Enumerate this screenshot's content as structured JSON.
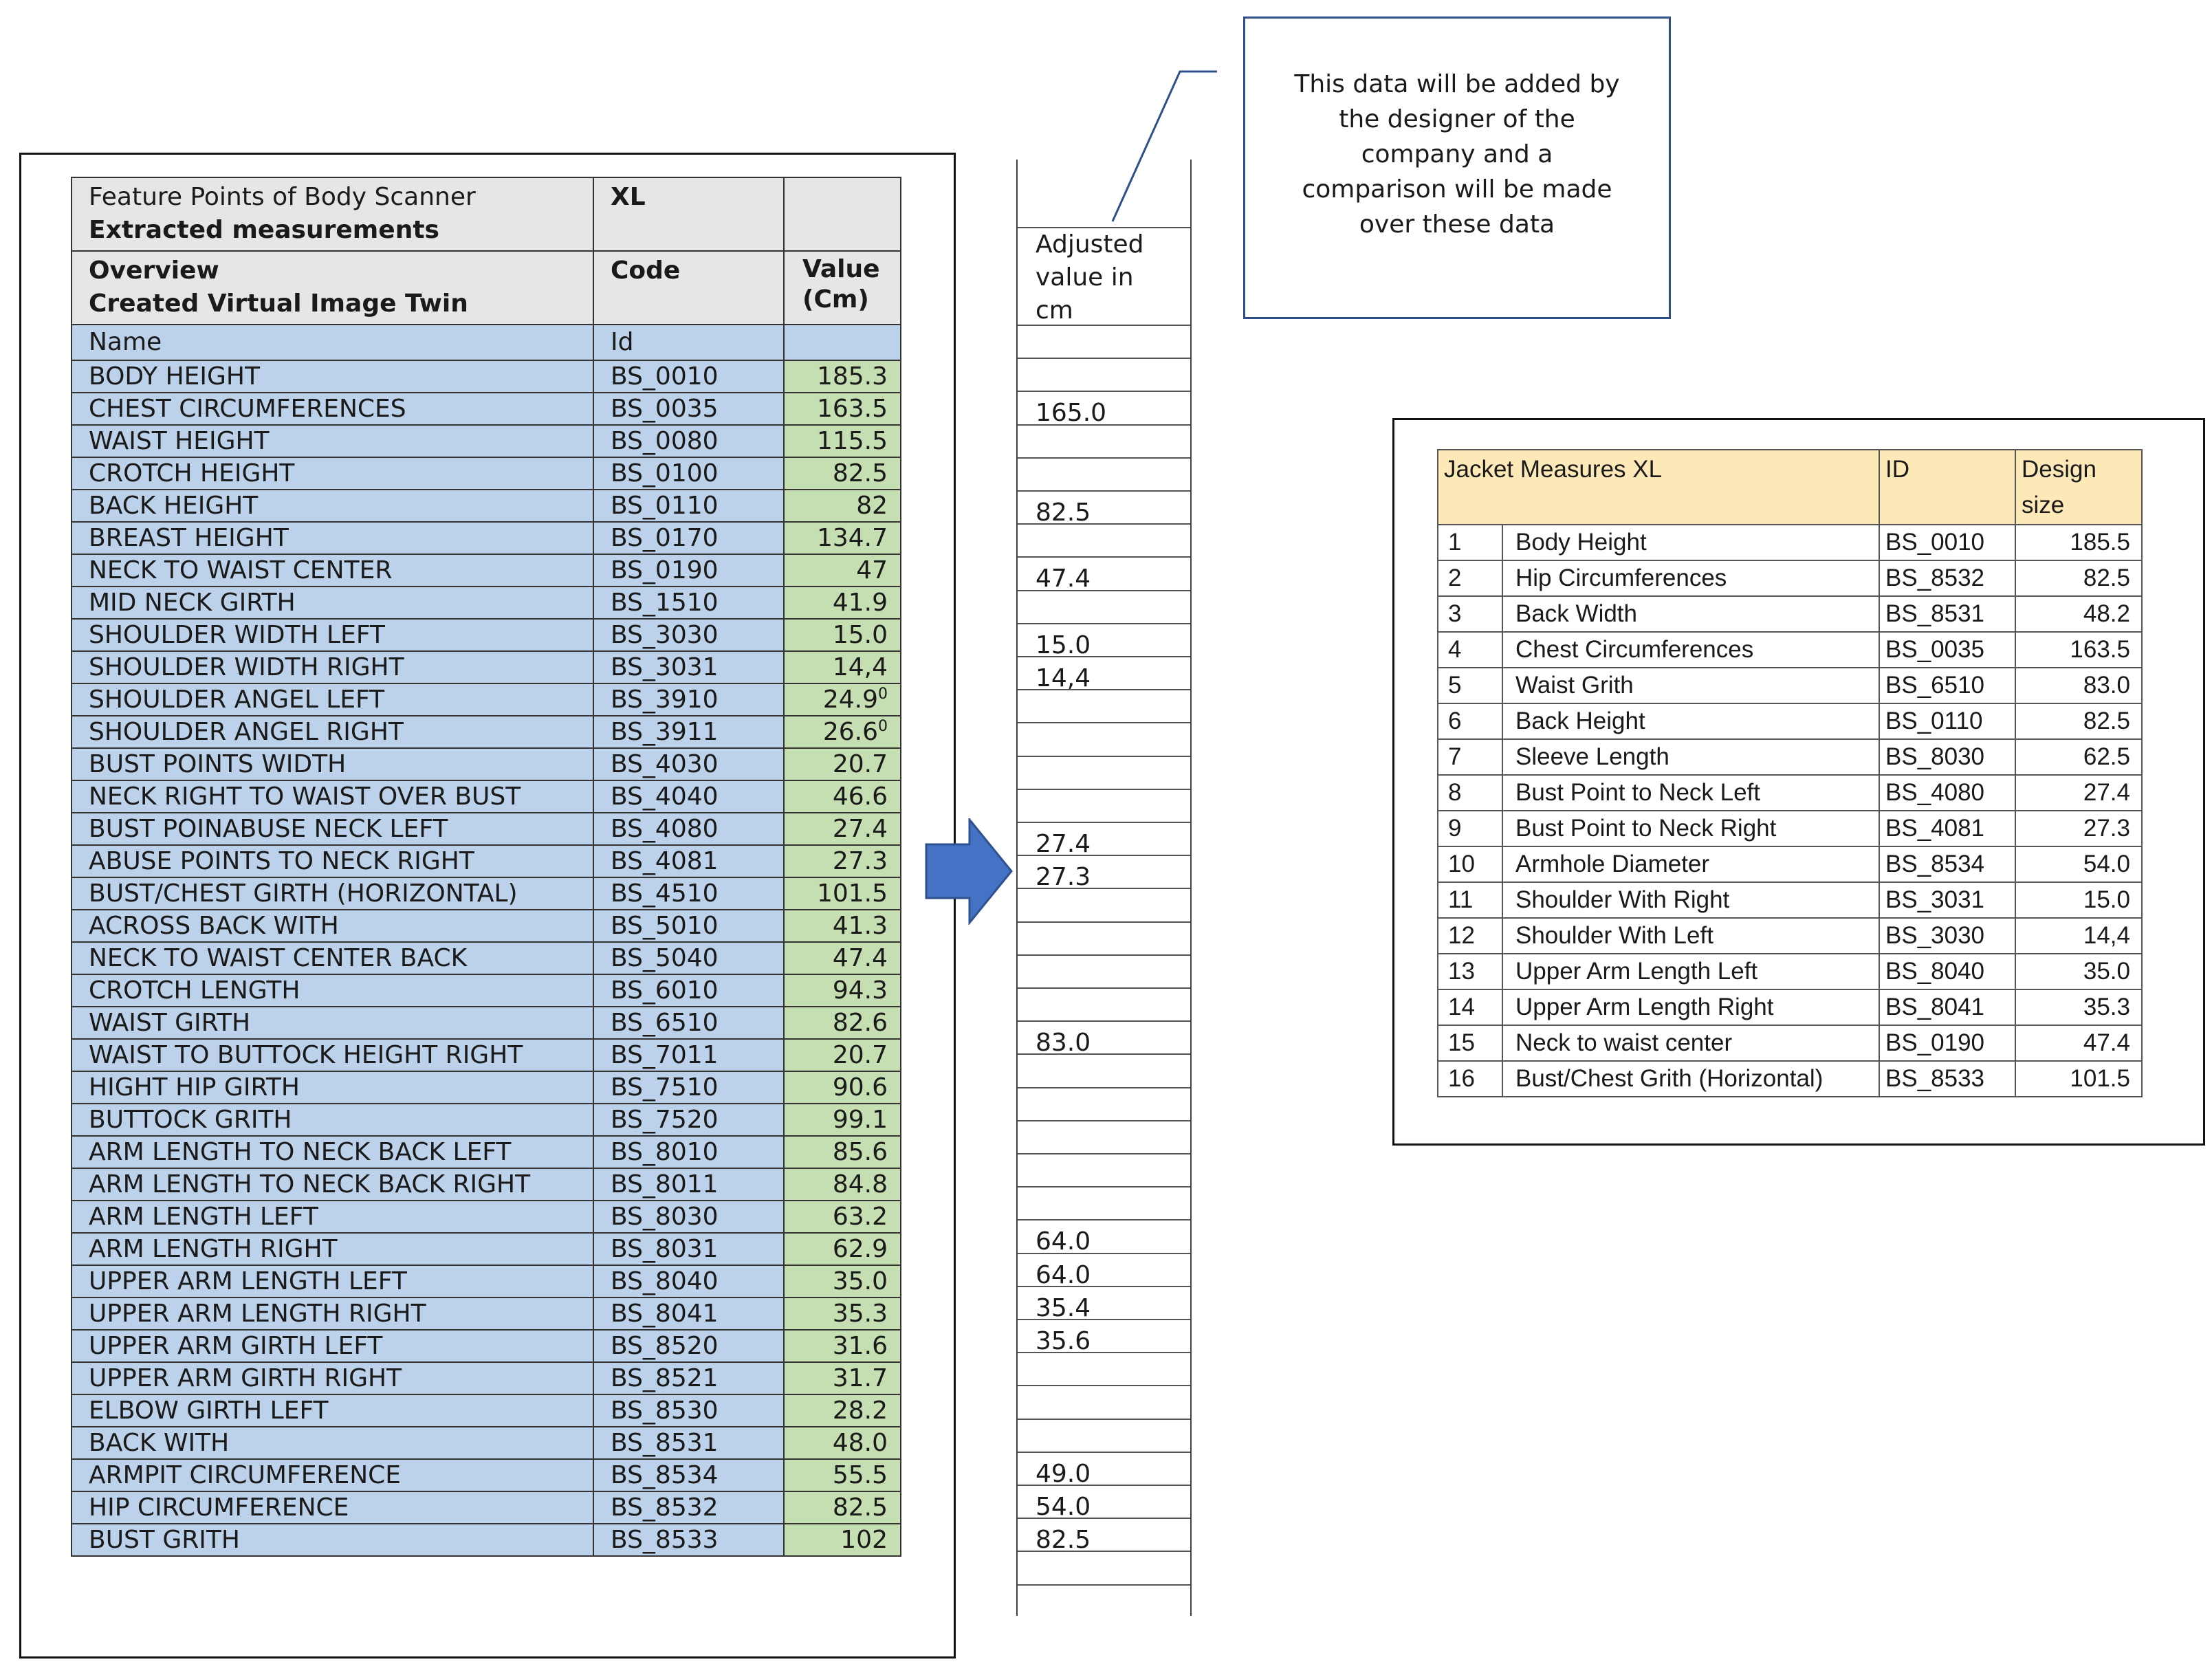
{
  "scan_table": {
    "header1": {
      "title_line1": "Feature Points of Body Scanner",
      "title_line2": "Extracted measurements",
      "size": "XL",
      "value": ""
    },
    "header2": {
      "line1": "Overview",
      "line2": "Created Virtual Image Twin",
      "code": "Code",
      "value_line1": "Value",
      "value_line2": "(Cm)"
    },
    "header3": {
      "name": "Name",
      "id": "Id",
      "value": ""
    },
    "rows": [
      {
        "name": "BODY HEIGHT",
        "code": "BS_0010",
        "value": "185.3"
      },
      {
        "name": "CHEST CIRCUMFERENCES",
        "code": "BS_0035",
        "value": "163.5"
      },
      {
        "name": "WAIST HEIGHT",
        "code": "BS_0080",
        "value": "115.5"
      },
      {
        "name": "CROTCH HEIGHT",
        "code": "BS_0100",
        "value": "82.5"
      },
      {
        "name": "BACK HEIGHT",
        "code": "BS_0110",
        "value": "82"
      },
      {
        "name": "BREAST HEIGHT",
        "code": "BS_0170",
        "value": "134.7"
      },
      {
        "name": "NECK TO WAIST CENTER",
        "code": "BS_0190",
        "value": "47"
      },
      {
        "name": "MID NECK GIRTH",
        "code": "BS_1510",
        "value": "41.9"
      },
      {
        "name": "SHOULDER WIDTH LEFT",
        "code": "BS_3030",
        "value": "15.0"
      },
      {
        "name": "SHOULDER WIDTH RIGHT",
        "code": "BS_3031",
        "value": "14,4"
      },
      {
        "name": "SHOULDER ANGEL LEFT",
        "code": "BS_3910",
        "value": "24.9",
        "sup": "0"
      },
      {
        "name": "SHOULDER ANGEL RIGHT",
        "code": "BS_3911",
        "value": "26.6",
        "sup": "0"
      },
      {
        "name": "BUST POINTS WIDTH",
        "code": "BS_4030",
        "value": "20.7"
      },
      {
        "name": "NECK RIGHT TO WAIST OVER BUST",
        "code": "BS_4040",
        "value": "46.6"
      },
      {
        "name": "BUST POINABUSE NECK LEFT",
        "code": "BS_4080",
        "value": "27.4"
      },
      {
        "name": "ABUSE POINTS TO NECK RIGHT",
        "code": "BS_4081",
        "value": "27.3"
      },
      {
        "name": "BUST/CHEST GIRTH (HORIZONTAL)",
        "code": "BS_4510",
        "value": "101.5"
      },
      {
        "name": "ACROSS BACK WITH",
        "code": "BS_5010",
        "value": "41.3"
      },
      {
        "name": "NECK TO WAIST CENTER BACK",
        "code": "BS_5040",
        "value": "47.4"
      },
      {
        "name": "CROTCH LENGTH",
        "code": "BS_6010",
        "value": "94.3"
      },
      {
        "name": "WAIST GIRTH",
        "code": "BS_6510",
        "value": "82.6"
      },
      {
        "name": "WAIST TO BUTTOCK HEIGHT RIGHT",
        "code": "BS_7011",
        "value": "20.7"
      },
      {
        "name": "HIGHT HIP GIRTH",
        "code": "BS_7510",
        "value": "90.6"
      },
      {
        "name": "BUTTOCK GRITH",
        "code": "BS_7520",
        "value": "99.1"
      },
      {
        "name": "ARM LENGTH TO NECK BACK LEFT",
        "code": "BS_8010",
        "value": "85.6"
      },
      {
        "name": "ARM LENGTH TO NECK BACK RIGHT",
        "code": "BS_8011",
        "value": "84.8"
      },
      {
        "name": "ARM LENGTH LEFT",
        "code": "BS_8030",
        "value": "63.2"
      },
      {
        "name": "ARM LENGTH RIGHT",
        "code": "BS_8031",
        "value": "62.9"
      },
      {
        "name": "UPPER ARM LENGTH LEFT",
        "code": "BS_8040",
        "value": "35.0"
      },
      {
        "name": "UPPER ARM LENGTH RIGHT",
        "code": "BS_8041",
        "value": "35.3"
      },
      {
        "name": "UPPER ARM GIRTH LEFT",
        "code": "BS_8520",
        "value": "31.6"
      },
      {
        "name": "UPPER ARM GIRTH RIGHT",
        "code": "BS_8521",
        "value": "31.7"
      },
      {
        "name": "ELBOW GIRTH LEFT",
        "code": "BS_8530",
        "value": "28.2"
      },
      {
        "name": "BACK WITH",
        "code": "BS_8531",
        "value": "48.0"
      },
      {
        "name": "ARMPIT CIRCUMFERENCE",
        "code": "BS_8534",
        "value": "55.5"
      },
      {
        "name": "HIP CIRCUMFERENCE",
        "code": "BS_8532",
        "value": "82.5"
      },
      {
        "name": "BUST GRITH",
        "code": "BS_8533",
        "value": "102"
      }
    ]
  },
  "adjusted_column": {
    "header_lines": [
      "Adjusted",
      "value in",
      "cm"
    ],
    "values": [
      "",
      "",
      "165.0",
      "",
      "",
      "82.5",
      "",
      "47.4",
      "",
      "15.0",
      "14,4",
      "",
      "",
      "",
      "",
      "27.4",
      "27.3",
      "",
      "",
      "",
      "",
      "83.0",
      "",
      "",
      "",
      "",
      "",
      "64.0",
      "64.0",
      "35.4",
      "35.6",
      "",
      "",
      "",
      "49.0",
      "54.0",
      "82.5",
      ""
    ]
  },
  "callout": {
    "text_lines": [
      "This data will be added by",
      "the designer of the",
      "company and a",
      "comparison will be made",
      "over these data"
    ]
  },
  "jacket_table": {
    "title": "Jacket Measures XL",
    "id_header": "ID",
    "design_header_line1": "Design",
    "design_header_line2": "size",
    "rows": [
      {
        "num": "1",
        "name": "Body Height",
        "id": "BS_0010",
        "size": "185.5"
      },
      {
        "num": "2",
        "name": "Hip Circumferences",
        "id": "BS_8532",
        "size": "82.5"
      },
      {
        "num": "3",
        "name": "Back Width",
        "id": "BS_8531",
        "size": "48.2"
      },
      {
        "num": "4",
        "name": "Chest Circumferences",
        "id": "BS_0035",
        "size": "163.5"
      },
      {
        "num": "5",
        "name": "Waist Grith",
        "id": "BS_6510",
        "size": "83.0"
      },
      {
        "num": "6",
        "name": "Back Height",
        "id": "BS_0110",
        "size": "82.5"
      },
      {
        "num": "7",
        "name": "Sleeve Length",
        "id": "BS_8030",
        "size": "62.5"
      },
      {
        "num": "8",
        "name": "Bust Point to Neck Left",
        "id": "BS_4080",
        "size": "27.4"
      },
      {
        "num": "9",
        "name": "Bust Point to Neck Right",
        "id": "BS_4081",
        "size": "27.3"
      },
      {
        "num": "10",
        "name": "Armhole Diameter",
        "id": "BS_8534",
        "size": "54.0"
      },
      {
        "num": "11",
        "name": "Shoulder With Right",
        "id": "BS_3031",
        "size": "15.0"
      },
      {
        "num": "12",
        "name": "Shoulder With Left",
        "id": "BS_3030",
        "size": "14,4"
      },
      {
        "num": "13",
        "name": "Upper Arm Length Left",
        "id": "BS_8040",
        "size": "35.0"
      },
      {
        "num": "14",
        "name": "Upper Arm Length Right",
        "id": "BS_8041",
        "size": "35.3"
      },
      {
        "num": "15",
        "name": "Neck to waist center",
        "id": "BS_0190",
        "size": "47.4"
      },
      {
        "num": "16",
        "name": "Bust/Chest Grith (Horizontal)",
        "id": "BS_8533",
        "size": "101.5"
      }
    ]
  },
  "colors": {
    "header_gray": "#e6e6e6",
    "name_blue": "#bcd2ea",
    "value_green": "#c6dfb2",
    "jacket_header": "#fde9b7",
    "arrow_blue": "#4472c4",
    "callout_border": "#2f4f8a"
  },
  "icons": {
    "arrow": "right-arrow-icon"
  }
}
